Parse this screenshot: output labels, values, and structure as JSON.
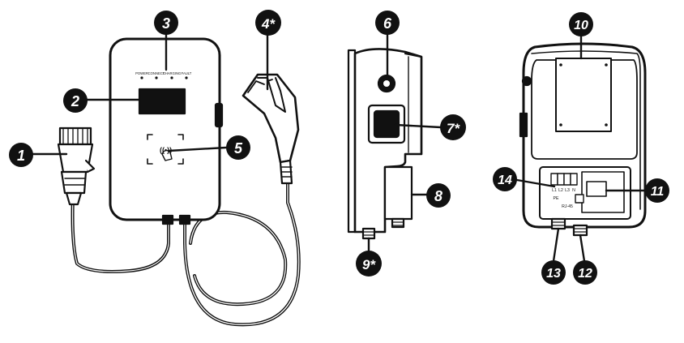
{
  "callouts": [
    "1",
    "2",
    "3",
    "4*",
    "5",
    "6",
    "7*",
    "8",
    "9*",
    "10",
    "11",
    "12",
    "13",
    "14"
  ],
  "front_panel": {
    "leds": [
      "POWER",
      "CONNECT",
      "CHARGING",
      "FAULT"
    ],
    "rfid_symbol": "((•))"
  },
  "terminal_block": {
    "labels": [
      "L1",
      "L2",
      "L3",
      "N"
    ],
    "pe_label": "PE",
    "port_label": "RJ-45"
  },
  "colors": {
    "stroke": "#111111",
    "callout_fill": "#111111",
    "callout_text": "#ffffff",
    "background": "#ffffff"
  }
}
